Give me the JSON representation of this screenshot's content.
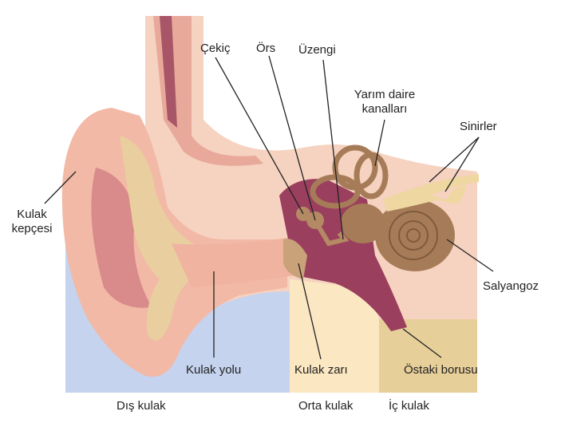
{
  "labels": {
    "hammer": "Çekiç",
    "anvil": "Örs",
    "stirrup": "Üzengi",
    "semicircular_1": "Yarım daire",
    "semicircular_2": "kanalları",
    "nerves": "Sinirler",
    "pinna_1": "Kulak",
    "pinna_2": "kepçesi",
    "cochlea": "Salyangoz",
    "ear_canal": "Kulak yolu",
    "eardrum": "Kulak zarı",
    "eustachian": "Östaki borusu"
  },
  "sections": {
    "outer": "Dış kulak",
    "middle": "Orta kulak",
    "inner": "İç kulak"
  },
  "colors": {
    "outer_bg": "#c6d3ee",
    "middle_bg": "#fbe7c2",
    "inner_bg": "#e7cf9a",
    "skin": "#f2b9a6",
    "bone": "#f6d2c0",
    "cavity": "#9b3f5e",
    "ossicle": "#b48a65"
  }
}
